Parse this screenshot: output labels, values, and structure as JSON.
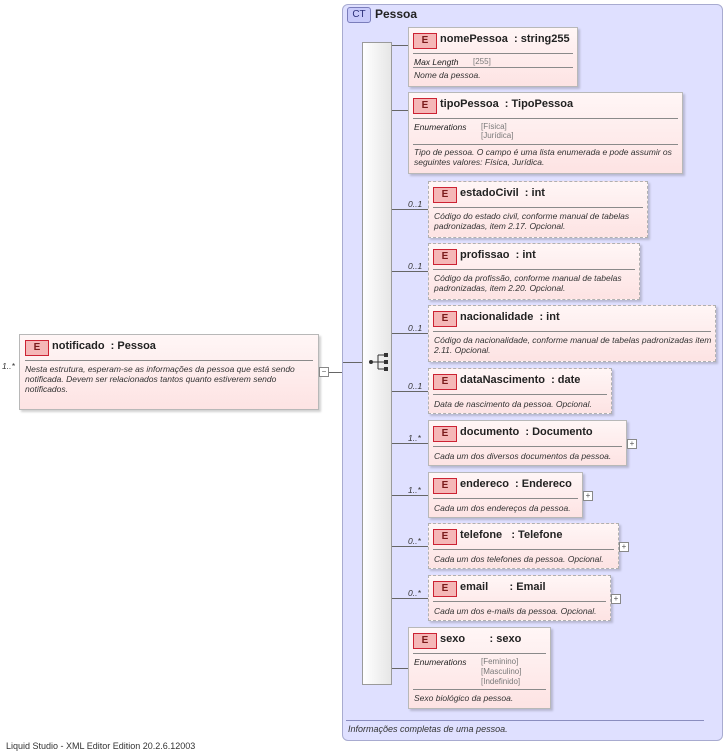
{
  "root": {
    "cardinality": "1..*",
    "badge": "E",
    "title": "notificado  : Pessoa",
    "description": "Nesta estrutura, esperam-se as informações da pessoa que está sendo notificada. Devem ser relacionados tantos quanto estiverem sendo notificados."
  },
  "complex_type": {
    "badge": "CT",
    "title": "Pessoa",
    "description": "Informações completas de uma pessoa."
  },
  "elements": [
    {
      "badge": "E",
      "title": "nomePessoa  : string255",
      "facet_label": "Max Length",
      "facet_values": [
        "[255]"
      ],
      "description": "Nome da pessoa.",
      "cardinality": ""
    },
    {
      "badge": "E",
      "title": "tipoPessoa  : TipoPessoa",
      "facet_label": "Enumerations",
      "facet_values": [
        "[Física]",
        "[Jurídica]"
      ],
      "description": "Tipo de pessoa. O campo é uma lista enumerada e pode assumir os seguintes valores: Física, Jurídica.",
      "cardinality": ""
    },
    {
      "badge": "E",
      "title": "estadoCivil  : int",
      "description": "Código do estado civil, conforme manual de tabelas padronizadas, item 2.17. Opcional.",
      "cardinality": "0..1"
    },
    {
      "badge": "E",
      "title": "profissao  : int",
      "description": "Código da profissão, conforme manual de tabelas padronizadas, item 2.20. Opcional.",
      "cardinality": "0..1"
    },
    {
      "badge": "E",
      "title": "nacionalidade  : int",
      "description": "Código da nacionalidade, conforme manual de tabelas padronizadas item 2.11. Opcional.",
      "cardinality": "0..1"
    },
    {
      "badge": "E",
      "title": "dataNascimento  : date",
      "description": "Data de nascimento da pessoa. Opcional.",
      "cardinality": "0..1"
    },
    {
      "badge": "E",
      "title": "documento  : Documento",
      "description": "Cada um dos diversos documentos da pessoa.",
      "cardinality": "1..*"
    },
    {
      "badge": "E",
      "title": "endereco  : Endereco",
      "description": "Cada um dos endereços da pessoa.",
      "cardinality": "1..*"
    },
    {
      "badge": "E",
      "title": "telefone   : Telefone",
      "description": "Cada um dos telefones da pessoa. Opcional.",
      "cardinality": "0..*"
    },
    {
      "badge": "E",
      "title": "email       : Email",
      "description": "Cada um dos e-mails da pessoa. Opcional.",
      "cardinality": "0..*"
    },
    {
      "badge": "E",
      "title": "sexo        : sexo",
      "facet_label": "Enumerations",
      "facet_values": [
        "[Feminino]",
        "[Masculino]",
        "[Indefinido]"
      ],
      "description": "Sexo biológico da pessoa.",
      "cardinality": ""
    }
  ],
  "footer": "Liquid Studio - XML Editor Edition 20.2.6.12003"
}
